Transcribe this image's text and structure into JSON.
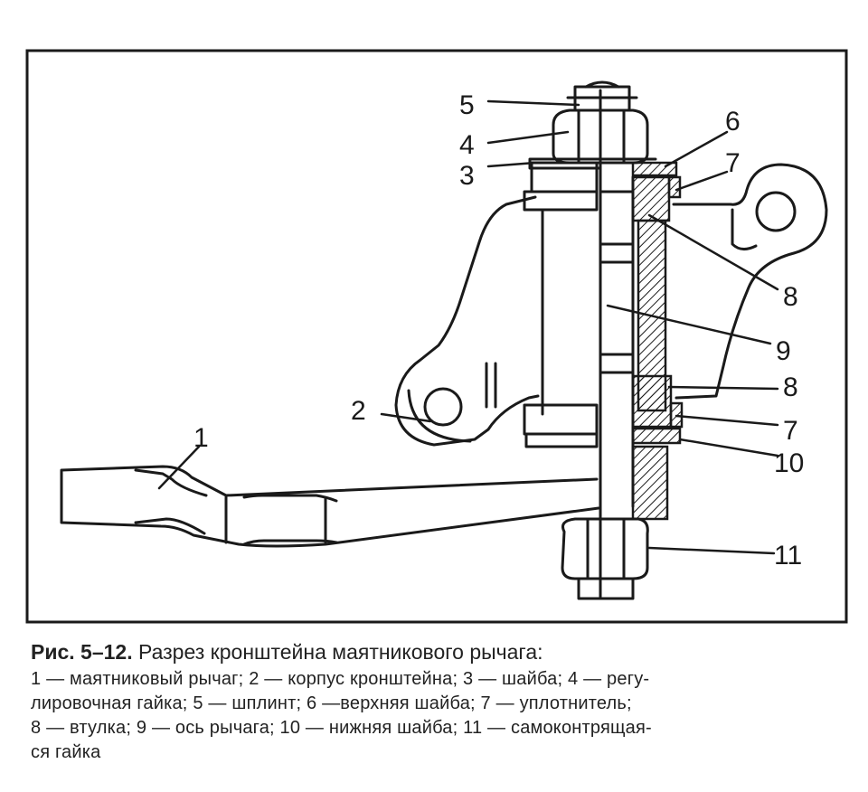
{
  "figure": {
    "callouts": [
      {
        "id": "5",
        "text": "5"
      },
      {
        "id": "4",
        "text": "4"
      },
      {
        "id": "3",
        "text": "3"
      },
      {
        "id": "6",
        "text": "6"
      },
      {
        "id": "7a",
        "text": "7"
      },
      {
        "id": "8a",
        "text": "8"
      },
      {
        "id": "9",
        "text": "9"
      },
      {
        "id": "8b",
        "text": "8"
      },
      {
        "id": "2",
        "text": "2"
      },
      {
        "id": "7b",
        "text": "7"
      },
      {
        "id": "10",
        "text": "10"
      },
      {
        "id": "1",
        "text": "1"
      },
      {
        "id": "11",
        "text": "11"
      }
    ]
  },
  "caption": {
    "number": "Рис. 5–12.",
    "title": "Разрез кронштейна маятникового рычага:",
    "lines": [
      "1 — маятниковый рычаг; 2 — корпус кронштейна; 3 — шайба; 4 — регу-",
      "лировочная гайка; 5 — шплинт; 6 —верхняя шайба; 7 — уплотнитель;",
      "8 — втулка; 9 — ось рычага; 10 — нижняя шайба; 11 — самоконтрящая-",
      "ся гайка"
    ]
  }
}
